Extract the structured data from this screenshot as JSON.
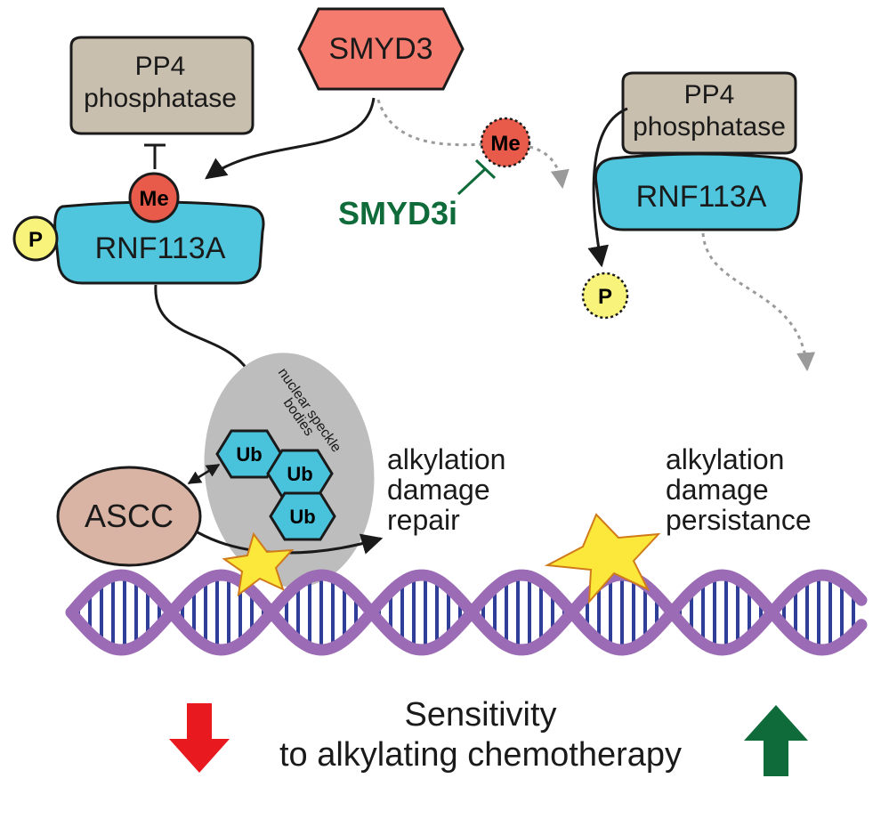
{
  "left_panel": {
    "pp4": {
      "line1": "PP4",
      "line2": "phosphatase"
    },
    "smyd3": "SMYD3",
    "methyl": "Me",
    "phospho": "P",
    "rnf113a": "RNF113A",
    "speckle": {
      "line1": "nuclear speckle",
      "line2": "bodies"
    },
    "ubiquitin": [
      "Ub",
      "Ub",
      "Ub"
    ],
    "ascc": "ASCC",
    "outcome": {
      "line1": "alkylation",
      "line2": "damage",
      "line3": "repair"
    }
  },
  "right_panel": {
    "inhibitor": "SMYD3i",
    "methyl": "Me",
    "pp4": {
      "line1": "PP4",
      "line2": "phosphatase"
    },
    "rnf113a": "RNF113A",
    "phospho": "P",
    "outcome": {
      "line1": "alkylation",
      "line2": "damage",
      "line3": "persistance"
    }
  },
  "footer": {
    "line1": "Sensitivity",
    "line2": "to alkylating chemotherapy",
    "down_arrow_color": "#e8191f",
    "up_arrow_color": "#0f6b39"
  },
  "colors": {
    "pp4_fill": "#c9bfae",
    "smyd3_fill": "#f47b6e",
    "methyl_fill": "#e85a4a",
    "rnf113a_fill": "#4fc6dd",
    "phospho_fill": "#f8f37a",
    "ub_fill": "#49c2dc",
    "ascc_fill": "#d9b3a4",
    "speckle_fill": "#bdbdbd",
    "star_fill": "#fbe83a",
    "dna_backbone": "#9b6bb5",
    "dna_rungs": "#2e3e99",
    "inhibitor_color": "#0f6b39"
  }
}
